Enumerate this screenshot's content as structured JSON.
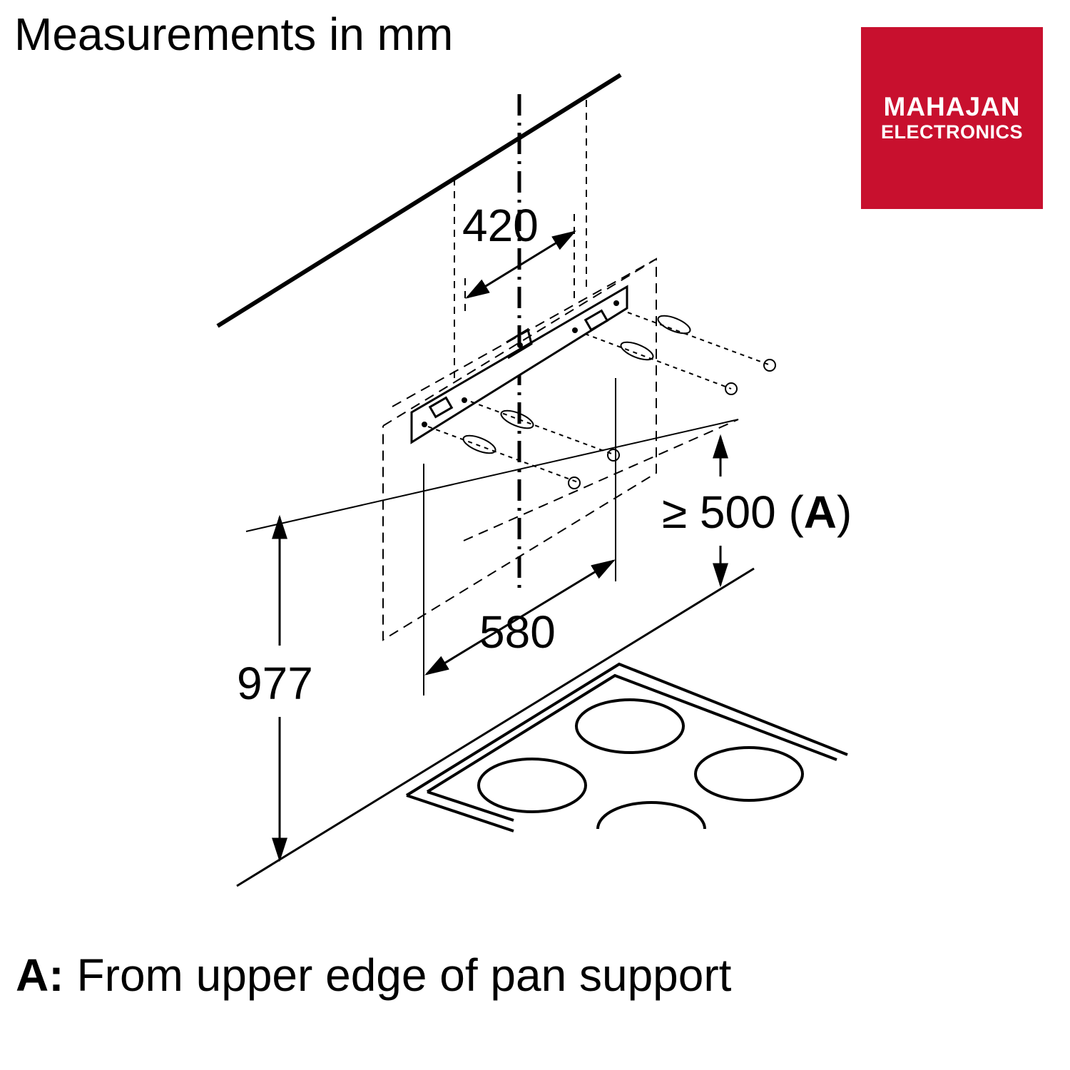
{
  "header": {
    "title": "Measurements in mm"
  },
  "logo": {
    "line1": "MAHAJAN",
    "line2": "ELECTRONICS",
    "color": "#c8102e"
  },
  "dimensions": {
    "bracket_hole_spacing": "420",
    "hood_width": "580",
    "mount_height": "977",
    "clearance_prefix": "≥ 500 (",
    "clearance_ref": "A",
    "clearance_suffix": ")"
  },
  "footnote": {
    "key": "A:",
    "text": "From upper edge of pan support"
  }
}
